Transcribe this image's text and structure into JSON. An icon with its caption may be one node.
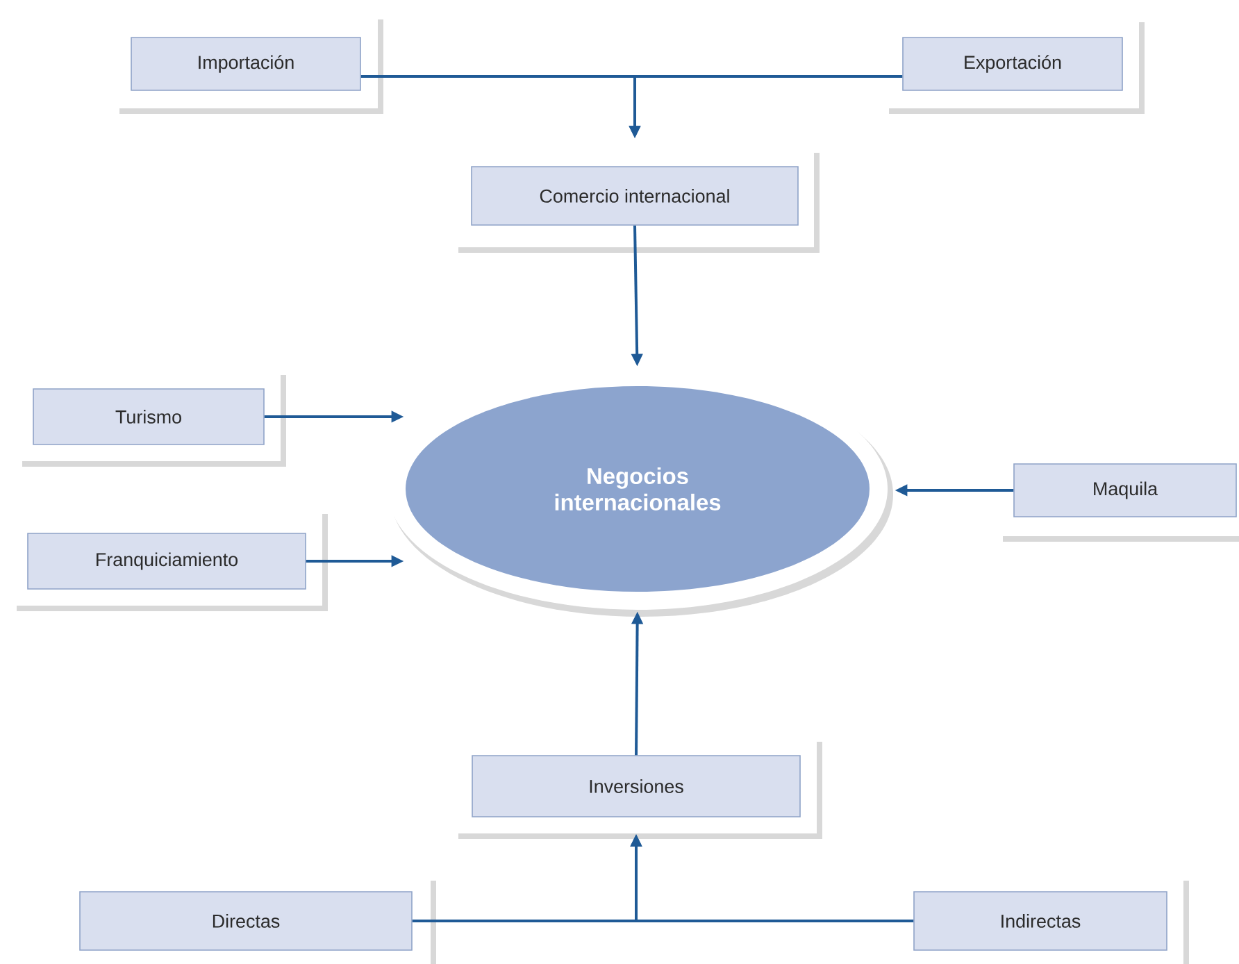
{
  "diagram": {
    "nodes": [
      {
        "text": [
          "Importación"
        ]
      },
      {
        "text": [
          "Exportación"
        ]
      },
      {
        "text": [
          "Comercio internacional"
        ]
      },
      {
        "text": [
          "Turismo"
        ]
      },
      {
        "text": [
          "Negocios internacionales"
        ]
      },
      {
        "text": [
          "Maquila"
        ]
      },
      {
        "text": [
          "Franquiciamiento"
        ]
      },
      {
        "text": [
          "Inversiones"
        ]
      },
      {
        "text": [
          "Directas"
        ]
      },
      {
        "text": [
          "Indirectas"
        ]
      }
    ],
    "edges": [
      {
        "from": 0,
        "to": 2,
        "arrow": "to"
      },
      {
        "from": 1,
        "to": 2,
        "arrow": "to"
      },
      {
        "from": 2,
        "to": 4,
        "arrow": "to"
      },
      {
        "from": 3,
        "to": 4,
        "arrow": "to"
      },
      {
        "from": 6,
        "to": 4,
        "arrow": "to"
      },
      {
        "from": 5,
        "to": 4,
        "arrow": "to"
      },
      {
        "from": 7,
        "to": 4,
        "arrow": "to"
      },
      {
        "from": 8,
        "to": 7,
        "arrow": "to"
      },
      {
        "from": 9,
        "to": 7,
        "arrow": "to"
      }
    ]
  }
}
